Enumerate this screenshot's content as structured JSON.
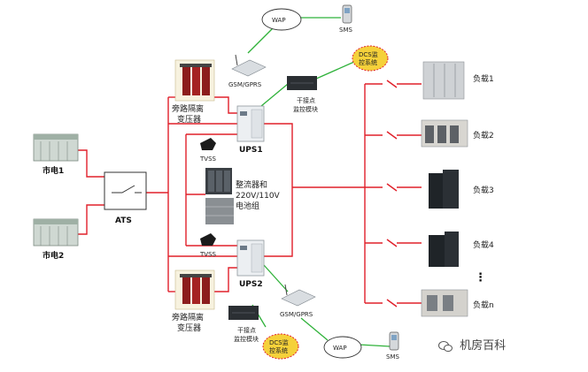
{
  "labels": {
    "city_power_1": "市电1",
    "city_power_2": "市电2",
    "ats": "ATS",
    "bypass_transformer_1_line1": "旁路隔离",
    "bypass_transformer_1_line2": "变压器",
    "bypass_transformer_2_line1": "旁路隔离",
    "bypass_transformer_2_line2": "变压器",
    "ups1": "UPS1",
    "ups2": "UPS2",
    "tvss_1": "TVSS",
    "tvss_2": "TVSS",
    "rectifier_line1": "整流器和",
    "rectifier_line2": "220V/110V",
    "rectifier_line3": "电池组",
    "gsm_gprs_1": "GSM/GPRS",
    "gsm_gprs_2": "GSM/GPRS",
    "wap_1": "WAP",
    "wap_2": "WAP",
    "sms_1": "SMS",
    "sms_2": "SMS",
    "dcs_1_line1": "DCS监",
    "dcs_1_line2": "控系统",
    "dcs_2_line1": "DCS监",
    "dcs_2_line2": "控系统",
    "dry_contact_1_line1": "干接点",
    "dry_contact_1_line2": "监控模块",
    "dry_contact_2_line1": "干接点",
    "dry_contact_2_line2": "监控模块",
    "load_1": "负载1",
    "load_2": "负载2",
    "load_3": "负载3",
    "load_4": "负载4",
    "load_n": "负载n",
    "load_ellipsis": "⋮",
    "watermark": "机房百科"
  },
  "colors": {
    "power_line": "#e0202a",
    "signal_line": "#2fb23a",
    "dcs_fill": "#f5d13a",
    "dcs_border": "#e0202a",
    "ups_cabinet": "#e9ecef"
  },
  "icons": {
    "wap": "cloud-icon",
    "sms": "phone-icon",
    "gsm": "router-icon",
    "switch": "switch-icon"
  }
}
